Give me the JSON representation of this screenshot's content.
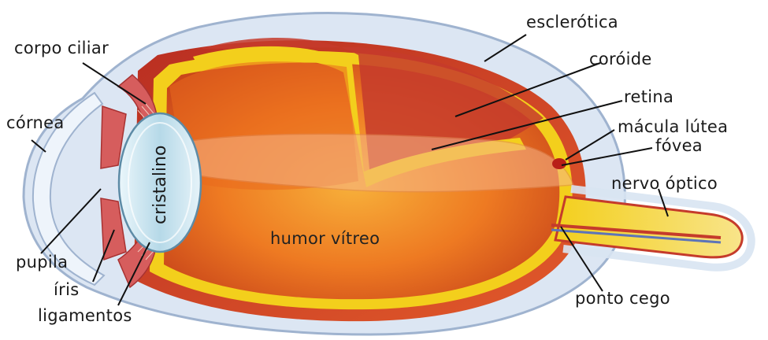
{
  "labels": {
    "corpo_ciliar": "corpo ciliar",
    "cornea": "córnea",
    "pupila": "pupila",
    "iris": "íris",
    "ligamentos": "ligamentos",
    "cristalino": "cristalino",
    "humor_vitreo": "humor vítreo",
    "esclerotica": "esclerótica",
    "coroide": "coróide",
    "retina": "retina",
    "macula_lutea": "mácula lútea",
    "fovea": "fóvea",
    "nervo_optico": "nervo óptico",
    "ponto_cego": "ponto cego"
  },
  "colors": {
    "sclera_fill": "#dce6f3",
    "sclera_edge": "#9fb3cf",
    "choroid": "#c8322a",
    "retina_yellow": "#f3cf1c",
    "vitreous": "#e9691d",
    "lens": "#cfe6f0",
    "ciliary": "#d65d5d"
  }
}
